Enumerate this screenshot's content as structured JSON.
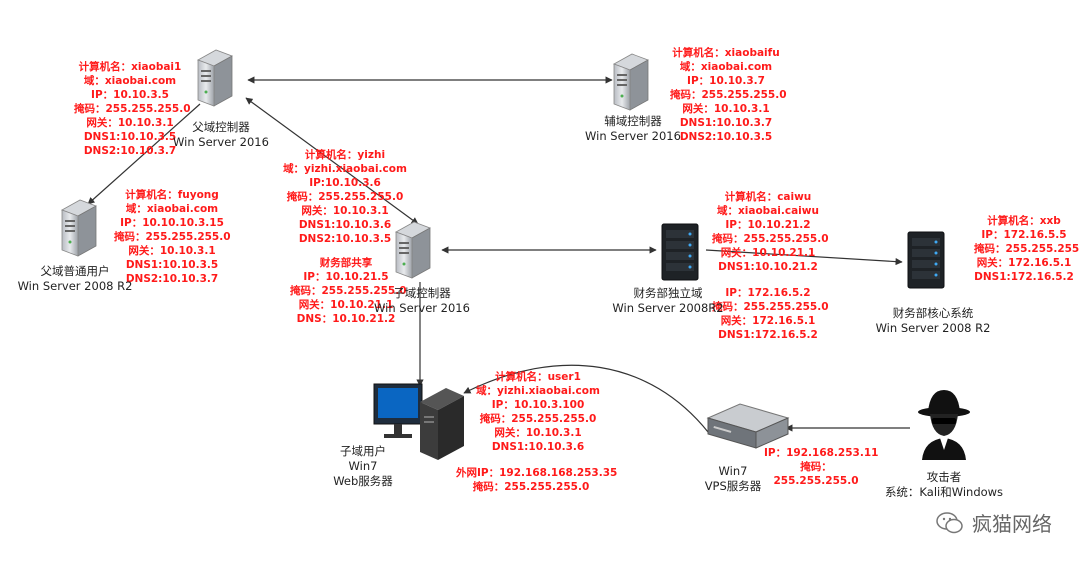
{
  "nodes": {
    "parent_dc": {
      "caption": [
        "父域控制器",
        "Win Server 2016"
      ],
      "info": [
        "计算机名：xiaobai1",
        "域：xiaobai.com",
        "IP：10.10.3.5",
        "掩码：255.255.255.0",
        "网关：10.10.3.1",
        "DNS1:10.10.3.5",
        "DNS2:10.10.3.7"
      ]
    },
    "aux_dc": {
      "caption": [
        "辅域控制器",
        "Win Server 2016"
      ],
      "info": [
        "计算机名：xiaobaifu",
        "域：xiaobai.com",
        "IP：10.10.3.7",
        "掩码：255.255.255.0",
        "网关：10.10.3.1",
        "DNS1:10.10.3.7",
        "DNS2:10.10.3.5"
      ]
    },
    "parent_user": {
      "caption": [
        "父域普通用户",
        "Win Server 2008 R2"
      ],
      "info": [
        "计算机名：fuyong",
        "域：xiaobai.com",
        "IP：10.10.10.3.15",
        "掩码：255.255.255.0",
        "网关：10.10.3.1",
        "DNS1:10.10.3.5",
        "DNS2:10.10.3.7"
      ]
    },
    "child_dc": {
      "caption": [
        "子域控制器",
        "Win Server 2016"
      ],
      "info": [
        "计算机名：yizhi",
        "域：yizhi.xiaobai.com",
        "IP:10.10.3.6",
        "掩码：255.255.255.0",
        "网关：10.10.3.1",
        "DNS1:10.10.3.6",
        "DNS2:10.10.3.5"
      ],
      "share_info": [
        "财务部共享",
        "IP：10.10.21.5",
        "掩码：255.255.255.0",
        "网关：10.10.21.1",
        "DNS：10.10.21.2"
      ]
    },
    "finance_domain": {
      "caption": [
        "财务部独立域",
        "Win Server 2008R2"
      ],
      "info": [
        "计算机名：caiwu",
        "域：xiaobai.caiwu",
        "IP：10.10.21.2",
        "掩码：255.255.255.0",
        "网关：10.10.21.1",
        "DNS1:10.10.21.2"
      ],
      "info2": [
        "IP：172.16.5.2",
        "掩码：255.255.255.0",
        "网关：172.16.5.1",
        "DNS1:172.16.5.2"
      ]
    },
    "finance_core": {
      "caption": [
        "财务部核心系统",
        "Win Server 2008 R2"
      ],
      "info": [
        "计算机名：xxb",
        "IP：172.16.5.5",
        "掩码：255.255.255.0",
        "网关：172.16.5.1",
        "DNS1:172.16.5.2"
      ]
    },
    "child_user": {
      "caption": [
        "子域用户",
        "Win7",
        "Web服务器"
      ],
      "info": [
        "计算机名：user1",
        "域：yizhi.xiaobai.com",
        "IP：10.10.3.100",
        "掩码：255.255.255.0",
        "网关：10.10.3.1",
        "DNS1:10.10.3.6"
      ],
      "info2": [
        "外网IP：192.168.168.253.35",
        "掩码：255.255.255.0"
      ]
    },
    "vps": {
      "caption": [
        "Win7",
        "VPS服务器"
      ],
      "info": [
        "IP：192.168.253.11",
        "掩码：",
        "255.255.255.0"
      ]
    },
    "attacker": {
      "caption": [
        "攻击者",
        "系统：Kali和Windows"
      ]
    }
  },
  "watermark": "疯猫网络",
  "colors": {
    "info_text": "#ff1a1a",
    "caption_text": "#222222",
    "line": "#333333"
  }
}
